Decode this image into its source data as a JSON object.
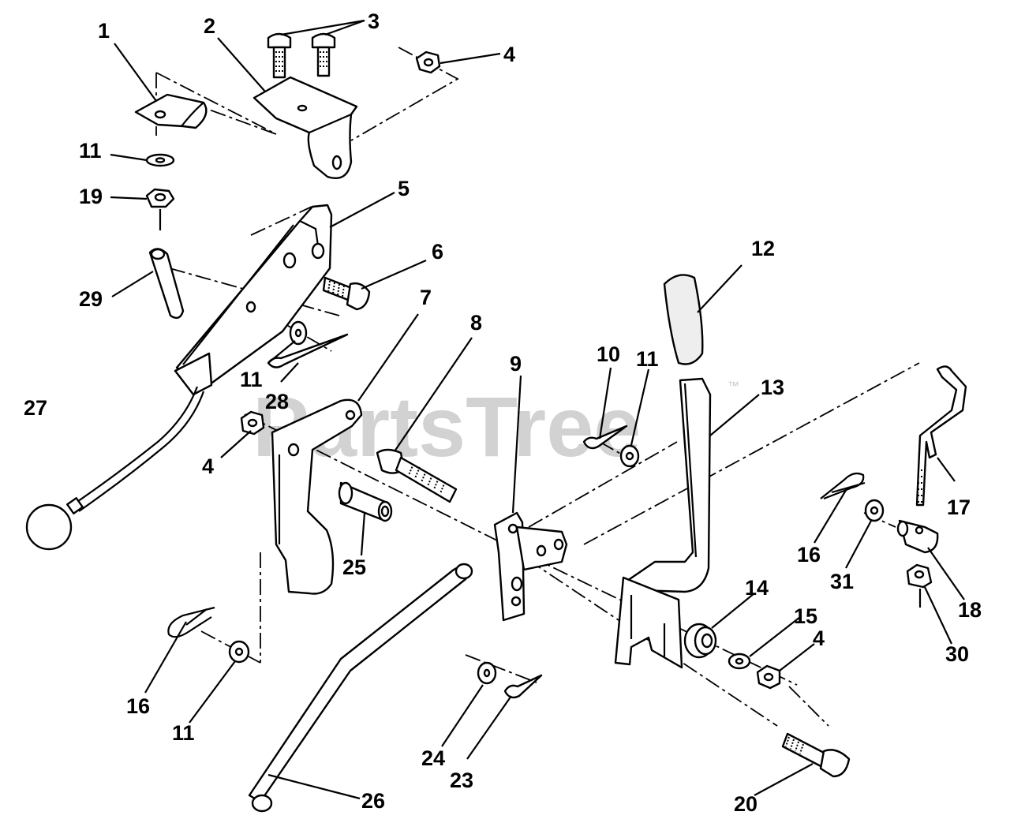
{
  "watermark": {
    "brand": "PartsTree",
    "mark": "™"
  },
  "callouts": {
    "c1": "1",
    "c2": "2",
    "c3": "3",
    "c4a": "4",
    "c4b": "4",
    "c4c": "4",
    "c5": "5",
    "c6": "6",
    "c7": "7",
    "c8": "8",
    "c9": "9",
    "c10": "10",
    "c11a": "11",
    "c11b": "11",
    "c11c": "11",
    "c11d": "11",
    "c12": "12",
    "c13": "13",
    "c14": "14",
    "c15": "15",
    "c16a": "16",
    "c16b": "16",
    "c17": "17",
    "c18": "18",
    "c19": "19",
    "c20": "20",
    "c23": "23",
    "c24": "24",
    "c25": "25",
    "c26": "26",
    "c27": "27",
    "c28": "28",
    "c29": "29",
    "c30": "30",
    "c31": "31"
  },
  "colors": {
    "ink": "#000000",
    "watermark": "#d2d2d2",
    "background": "#ffffff"
  }
}
